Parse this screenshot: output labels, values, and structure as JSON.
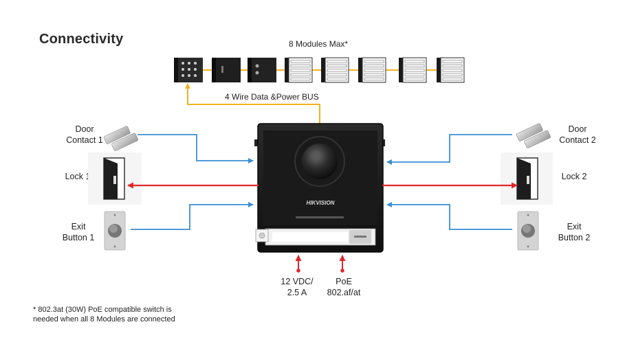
{
  "title": "Connectivity",
  "modules_label": "8 Modules Max*",
  "bus_label": "4 Wire Data &Power BUS",
  "left_labels": {
    "door_contact": "Door\nContact 1",
    "lock": "Lock 1",
    "exit_button": "Exit\nButton 1"
  },
  "right_labels": {
    "door_contact": "Door\nContact 2",
    "lock": "Lock 2",
    "exit_button": "Exit\nButton 2"
  },
  "power_labels": {
    "dc": "12 VDC/\n2.5 A",
    "poe": "PoE\n802.af/at"
  },
  "brand": "HIKVISION",
  "footnote": "* 802.3at (30W) PoE compatible switch is\nneeded when all 8 Modules are connected",
  "colors": {
    "bus": "#f2b21e",
    "signal_in": "#3a8fd4",
    "signal_out": "#e0262b",
    "device": "#1c1c1c"
  }
}
